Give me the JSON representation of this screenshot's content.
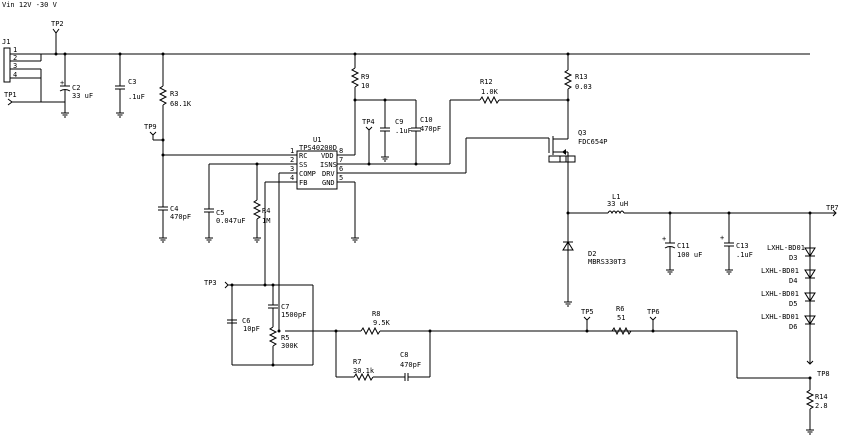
{
  "header": {
    "vin_note": "Vin 12V -30 V"
  },
  "connector": {
    "ref": "J1",
    "pins": [
      "1",
      "2",
      "3",
      "4"
    ]
  },
  "testpoints": {
    "tp1": "TP1",
    "tp2": "TP2",
    "tp3": "TP3",
    "tp4": "TP4",
    "tp5": "TP5",
    "tp6": "TP6",
    "tp7": "TP7",
    "tp8": "TP8",
    "tp9": "TP9"
  },
  "ic": {
    "ref": "U1",
    "part": "TPS40200D",
    "pins_left": [
      {
        "num": "1",
        "name": "RC"
      },
      {
        "num": "2",
        "name": "SS"
      },
      {
        "num": "3",
        "name": "COMP"
      },
      {
        "num": "4",
        "name": "FB"
      }
    ],
    "pins_right": [
      {
        "num": "8",
        "name": "VDD"
      },
      {
        "num": "7",
        "name": "ISNS"
      },
      {
        "num": "6",
        "name": "DRV"
      },
      {
        "num": "5",
        "name": "GND"
      }
    ]
  },
  "components": {
    "c2": {
      "ref": "C2",
      "value": "33 uF"
    },
    "c3": {
      "ref": "C3",
      "value": ".1uF"
    },
    "r3": {
      "ref": "R3",
      "value": "68.1K"
    },
    "r9": {
      "ref": "R9",
      "value": "10"
    },
    "c9": {
      "ref": "C9",
      "value": ".1uF"
    },
    "c10": {
      "ref": "C10",
      "value": "470pF"
    },
    "r12": {
      "ref": "R12",
      "value": "1.0K"
    },
    "r13": {
      "ref": "R13",
      "value": "0.03"
    },
    "q3": {
      "ref": "Q3",
      "value": "FDC654P"
    },
    "c4": {
      "ref": "C4",
      "value": "470pF"
    },
    "c5": {
      "ref": "C5",
      "value": "0.047uF"
    },
    "r4": {
      "ref": "R4",
      "value": "1M"
    },
    "l1": {
      "ref": "L1",
      "value": "33 uH"
    },
    "d2": {
      "ref": "D2",
      "value": "MBRS330T3"
    },
    "c11": {
      "ref": "C11",
      "value": "100 uF"
    },
    "c13": {
      "ref": "C13",
      "value": ".1uF"
    },
    "c7": {
      "ref": "C7",
      "value": "1500pF"
    },
    "c6": {
      "ref": "C6",
      "value": "10pF"
    },
    "r5": {
      "ref": "R5",
      "value": "300K"
    },
    "r8": {
      "ref": "R8",
      "value": "9.5K"
    },
    "r6": {
      "ref": "R6",
      "value": "51"
    },
    "r7": {
      "ref": "R7",
      "value": "30.1k"
    },
    "c8": {
      "ref": "C8",
      "value": "470pF"
    },
    "r14": {
      "ref": "R14",
      "value": "2.8"
    }
  },
  "leds": [
    {
      "ref": "D3",
      "part": "LXHL-BD01"
    },
    {
      "ref": "D4",
      "part": "LXHL-BD01"
    },
    {
      "ref": "D5",
      "part": "LXHL-BD01"
    },
    {
      "ref": "D6",
      "part": "LXHL-BD01"
    }
  ],
  "polarity_marks": {
    "plus": "+"
  }
}
